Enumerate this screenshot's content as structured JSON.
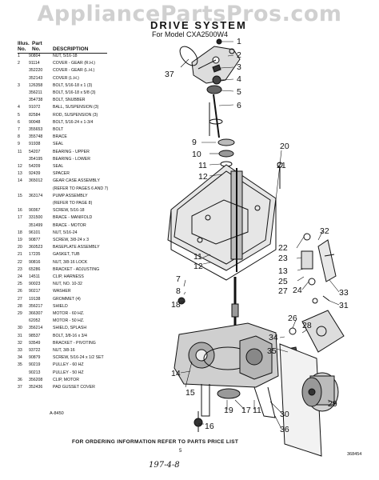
{
  "watermark": "AppliancePartsPros.com",
  "title": "DRIVE SYSTEM",
  "subtitle": "For Model CXA2500W4",
  "table": {
    "header_illus_1": "Illus.",
    "header_illus_2": "No.",
    "header_part_1": "Part",
    "header_part_2": "No.",
    "header_desc": "DESCRIPTION",
    "rows": [
      {
        "no": "1",
        "part": "90804",
        "desc": "NUT, 5/16-18"
      },
      {
        "no": "2",
        "part": "91114",
        "desc": "COVER - GEAR (R.H.)"
      },
      {
        "no": "",
        "part": "352220",
        "desc": "COVER - GEAR (L.H.)"
      },
      {
        "no": "",
        "part": "352143",
        "desc": "COVER (L.H.)"
      },
      {
        "no": "3",
        "part": "126358",
        "desc": "BOLT, 5/16-18 x 1 (3)"
      },
      {
        "no": "",
        "part": "356211",
        "desc": "BOLT, 5/16-18 x 5/8 (3)"
      },
      {
        "no": "",
        "part": "354738",
        "desc": "BOLT, SNUBBER"
      },
      {
        "no": "4",
        "part": "91072",
        "desc": "BALL, SUSPENSION (3)"
      },
      {
        "no": "5",
        "part": "82584",
        "desc": "ROD, SUSPENSION (3)"
      },
      {
        "no": "6",
        "part": "90048",
        "desc": "BOLT, 5/16-24 x 1-3/4"
      },
      {
        "no": "7",
        "part": "355653",
        "desc": "BOLT"
      },
      {
        "no": "8",
        "part": "355748",
        "desc": "BRACE"
      },
      {
        "no": "9",
        "part": "91938",
        "desc": "SEAL"
      },
      {
        "no": "11",
        "part": "54207",
        "desc": "BEARING - UPPER"
      },
      {
        "no": "",
        "part": "354195",
        "desc": "BEARING - LOWER"
      },
      {
        "no": "12",
        "part": "54209",
        "desc": "SEAL"
      },
      {
        "no": "13",
        "part": "92439",
        "desc": "SPACER"
      },
      {
        "no": "14",
        "part": "365012",
        "desc": "GEAR CASE ASSEMBLY"
      },
      {
        "no": "",
        "part": "",
        "desc": "(REFER TO PAGES 6 AND 7)"
      },
      {
        "no": "15",
        "part": "363174",
        "desc": "PUMP ASSEMBLY"
      },
      {
        "no": "",
        "part": "",
        "desc": "(REFER TO PAGE 8)"
      },
      {
        "no": "16",
        "part": "90367",
        "desc": "SCREW, 5/16-18"
      },
      {
        "no": "17",
        "part": "331500",
        "desc": "BRACE - MANIFOLD"
      },
      {
        "no": "",
        "part": "351499",
        "desc": "BRACE - MOTOR"
      },
      {
        "no": "18",
        "part": "96101",
        "desc": "NUT, 5/16-24"
      },
      {
        "no": "19",
        "part": "90877",
        "desc": "SCREW, 3/8-24 x 3"
      },
      {
        "no": "20",
        "part": "360523",
        "desc": "BASEPLATE ASSEMBLY"
      },
      {
        "no": "21",
        "part": "17235",
        "desc": "GASKET, TUB"
      },
      {
        "no": "22",
        "part": "90816",
        "desc": "NUT, 3/8-16 LOCK"
      },
      {
        "no": "23",
        "part": "65286",
        "desc": "BRACKET - ADJUSTING"
      },
      {
        "no": "24",
        "part": "14511",
        "desc": "CLIP, HARNESS"
      },
      {
        "no": "25",
        "part": "90023",
        "desc": "NUT, NO. 10-32"
      },
      {
        "no": "26",
        "part": "90217",
        "desc": "WASHER"
      },
      {
        "no": "27",
        "part": "19138",
        "desc": "GROMMET (4)"
      },
      {
        "no": "28",
        "part": "356217",
        "desc": "SHIELD"
      },
      {
        "no": "29",
        "part": "366307",
        "desc": "MOTOR - 60 HZ."
      },
      {
        "no": "",
        "part": "62052",
        "desc": "MOTOR - 50 HZ."
      },
      {
        "no": "30",
        "part": "356214",
        "desc": "SHIELD, SPLASH"
      },
      {
        "no": "31",
        "part": "98537",
        "desc": "BOLT, 3/8-16 x 3/4"
      },
      {
        "no": "32",
        "part": "93549",
        "desc": "BRACKET - PIVOTING"
      },
      {
        "no": "33",
        "part": "93722",
        "desc": "NUT, 3/8-16"
      },
      {
        "no": "34",
        "part": "90879",
        "desc": "SCREW, 5/16-24 x 1/2 SET"
      },
      {
        "no": "35",
        "part": "90219",
        "desc": "PULLEY - 60 HZ"
      },
      {
        "no": "",
        "part": "90213",
        "desc": "PULLEY - 50 HZ"
      },
      {
        "no": "36",
        "part": "356208",
        "desc": "CLIP, MOTOR"
      },
      {
        "no": "37",
        "part": "352436",
        "desc": "PAD GUSSET COVER"
      }
    ]
  },
  "callouts": [
    {
      "id": "1",
      "text": "1"
    },
    {
      "id": "2",
      "text": "2"
    },
    {
      "id": "3",
      "text": "3"
    },
    {
      "id": "4",
      "text": "4"
    },
    {
      "id": "5",
      "text": "5"
    },
    {
      "id": "6",
      "text": "6"
    },
    {
      "id": "37",
      "text": "37"
    },
    {
      "id": "9",
      "text": "9"
    },
    {
      "id": "10",
      "text": "10"
    },
    {
      "id": "11",
      "text": "11"
    },
    {
      "id": "12",
      "text": "12"
    },
    {
      "id": "20",
      "text": "20"
    },
    {
      "id": "21",
      "text": "21"
    },
    {
      "id": "11b",
      "text": "11"
    },
    {
      "id": "12b",
      "text": "12"
    },
    {
      "id": "22",
      "text": "22"
    },
    {
      "id": "23",
      "text": "23"
    },
    {
      "id": "32",
      "text": "32"
    },
    {
      "id": "13",
      "text": "13"
    },
    {
      "id": "25",
      "text": "25"
    },
    {
      "id": "27",
      "text": "27"
    },
    {
      "id": "24",
      "text": "24"
    },
    {
      "id": "33",
      "text": "33"
    },
    {
      "id": "31",
      "text": "31"
    },
    {
      "id": "7",
      "text": "7"
    },
    {
      "id": "8",
      "text": "8"
    },
    {
      "id": "18",
      "text": "18"
    },
    {
      "id": "26",
      "text": "26"
    },
    {
      "id": "28",
      "text": "28"
    },
    {
      "id": "34",
      "text": "34"
    },
    {
      "id": "35",
      "text": "35"
    },
    {
      "id": "14",
      "text": "14"
    },
    {
      "id": "30",
      "text": "30"
    },
    {
      "id": "29",
      "text": "29"
    },
    {
      "id": "15",
      "text": "15"
    },
    {
      "id": "16",
      "text": "16"
    },
    {
      "id": "19",
      "text": "19"
    },
    {
      "id": "17",
      "text": "17"
    },
    {
      "id": "11c",
      "text": "11"
    },
    {
      "id": "36",
      "text": "36"
    }
  ],
  "fig_number": "A-8450",
  "footer": "FOR ORDERING INFORMATION REFER TO PARTS PRICE LIST",
  "page_number": "5",
  "doc_number": "368454",
  "handwritten": "197-4-8"
}
